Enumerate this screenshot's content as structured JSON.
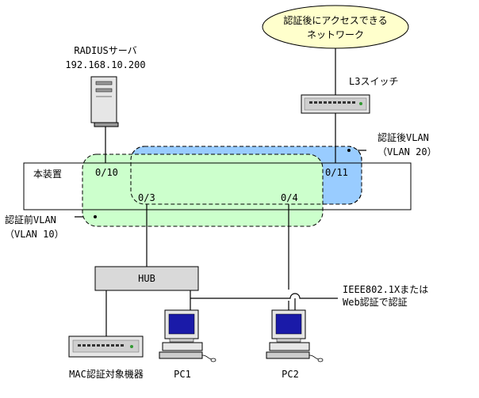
{
  "cloud": {
    "line1": "認証後にアクセスできる",
    "line2": "ネットワーク"
  },
  "l3_switch_label": "L3スイッチ",
  "radius": {
    "line1": "RADIUSサーバ",
    "line2": "192.168.10.200"
  },
  "after_vlan": {
    "line1": "認証後VLAN",
    "line2": "（VLAN 20）"
  },
  "before_vlan": {
    "line1": "認証前VLAN",
    "line2": "（VLAN 10）"
  },
  "device_label": "本装置",
  "ports": {
    "p10": "0/10",
    "p11": "0/11",
    "p3": "0/3",
    "p4": "0/4"
  },
  "hub_label": "HUB",
  "auth_note": {
    "line1": "IEEE802.1Xまたは",
    "line2": "Web認証で認証"
  },
  "mac_device_label": "MAC認証対象機器",
  "pc1_label": "PC1",
  "pc2_label": "PC2",
  "colors": {
    "after_vlan_fill": "#99ccff",
    "before_vlan_fill": "#ccffcc",
    "cloud_fill": "#ffffcc",
    "hub_fill": "#d9d9d9",
    "screen_fill": "#1a1aa8"
  }
}
